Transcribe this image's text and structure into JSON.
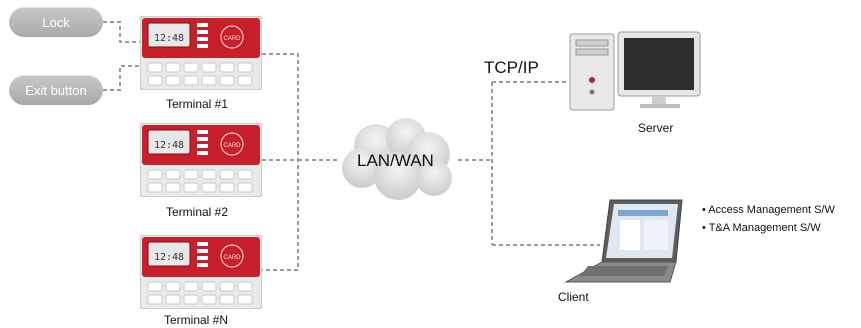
{
  "inputs": {
    "lock_label": "Lock",
    "exit_button_label": "Exit button"
  },
  "terminals": [
    {
      "label": "Terminal #1",
      "screen_text": "12:48",
      "card_text": "CARD"
    },
    {
      "label": "Terminal #2",
      "screen_text": "12:48",
      "card_text": "CARD"
    },
    {
      "label": "Terminal #N",
      "screen_text": "12:48",
      "card_text": "CARD"
    }
  ],
  "network": {
    "cloud_label": "LAN/WAN",
    "protocol_label": "TCP/IP"
  },
  "server": {
    "label": "Server"
  },
  "client": {
    "label": "Client",
    "software": [
      "• Access Management S/W",
      "• T&A Management S/W"
    ]
  },
  "colors": {
    "terminal_red": "#c8202a",
    "wire_gray": "#9a9a9a",
    "pill_gray": "#b5b5b5",
    "cloud_gray": "#d4d4d4"
  }
}
